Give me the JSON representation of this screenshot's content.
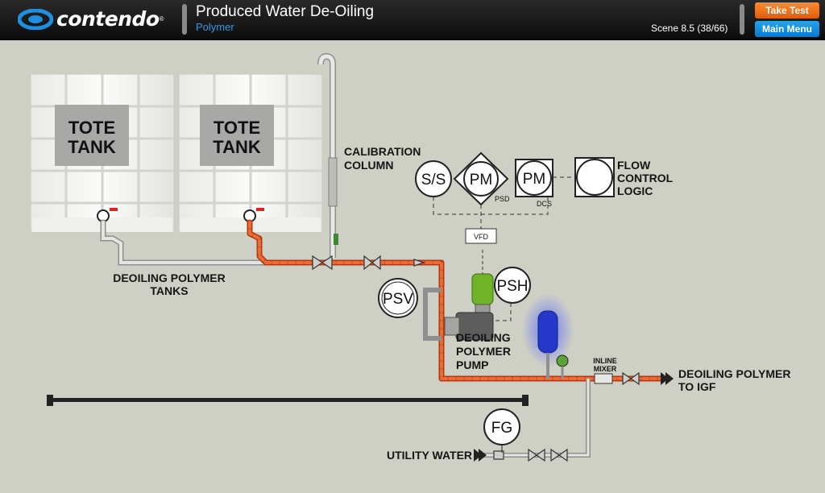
{
  "header": {
    "logo_text": "contendo",
    "title": "Produced Water De-Oiling",
    "subtitle": "Polymer",
    "scene": "Scene 8.5 (38/66)",
    "take_test": "Take Test",
    "main_menu": "Main Menu"
  },
  "diagram": {
    "tank1": [
      "TOTE",
      "TANK"
    ],
    "tank2": [
      "TOTE",
      "TANK"
    ],
    "calibration": [
      "CALIBRATION",
      "COLUMN"
    ],
    "tanks_label": [
      "DEOILING POLYMER",
      "TANKS"
    ],
    "ss": "S/S",
    "pm1": "PM",
    "pm2": "PM",
    "psd": "PSD",
    "dcs": "DCS",
    "flow_logic": [
      "FLOW",
      "CONTROL",
      "LOGIC"
    ],
    "vfd": "VFD",
    "psv": "PSV",
    "psh": "PSH",
    "pump_label": [
      "DEOILING",
      "POLYMER",
      "PUMP"
    ],
    "inline_mixer": [
      "INLINE",
      "MIXER"
    ],
    "to_igf": [
      "DEOILING POLYMER",
      "TO IGF"
    ],
    "fg": "FG",
    "utility": "UTILITY WATER"
  },
  "colors": {
    "flow_orange": "#e5501a",
    "pipe_gray": "#d9d9d6",
    "accent_blue": "#2f9be6",
    "take_test_orange": "#f07316",
    "main_menu_blue": "#1690db",
    "pulsation_blue": "#2436c6",
    "pump_green": "#7cc12e"
  }
}
